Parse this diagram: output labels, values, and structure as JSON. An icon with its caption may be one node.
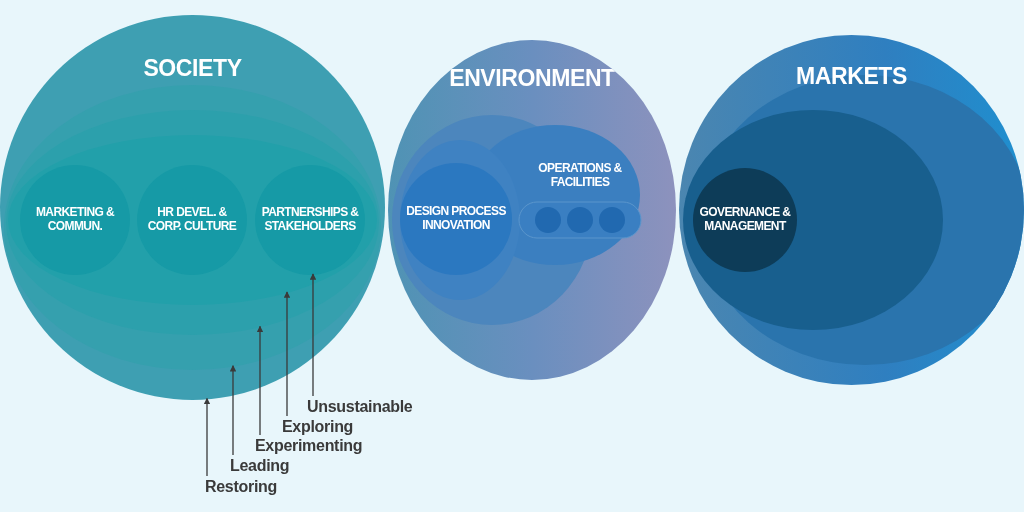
{
  "diagram": {
    "nodes": [
      {
        "text": [
          "SOCIETY"
        ]
      },
      {
        "text": [],
        "shape": "circle",
        "in": 0
      },
      {
        "text": [],
        "shape": "circle",
        "in": 1
      },
      {
        "text": [],
        "shape": "circle",
        "in": 2
      },
      {
        "text": [
          "MARKETING & COMMUN."
        ],
        "in": 3
      },
      {
        "text": [
          "HR DEVEL. & CORP. CULTURE"
        ],
        "in": 3
      },
      {
        "text": [
          "PARTNERSHIPS & STAKEHOLDERS"
        ],
        "in": 3
      },
      {
        "text": [
          "ENVIRONMENT"
        ]
      },
      {
        "text": [
          "DESIGN PROCESS INNOVATION"
        ],
        "in": 7
      },
      {
        "text": [
          "OPERATIONS & FACILITIES"
        ],
        "in": 7
      },
      {
        "text": [
          "MARKETS"
        ]
      },
      {
        "text": [
          "GOVERNANCE & MANAGEMENT"
        ],
        "in": 10
      },
      {
        "text": [
          "Unsustainable"
        ]
      },
      {
        "text": [
          "Exploring"
        ]
      },
      {
        "text": [
          "Experimenting"
        ]
      },
      {
        "text": [
          "Leading"
        ]
      },
      {
        "text": [
          "Restoring"
        ]
      }
    ],
    "edges": [
      {
        "from": 12,
        "to": 6,
        "arrow": "to"
      },
      {
        "from": 13,
        "to": 3,
        "arrow": "to"
      },
      {
        "from": 14,
        "to": 2,
        "arrow": "to"
      },
      {
        "from": 15,
        "to": 1,
        "arrow": "to"
      },
      {
        "from": 16,
        "to": 0,
        "arrow": "to"
      }
    ]
  }
}
